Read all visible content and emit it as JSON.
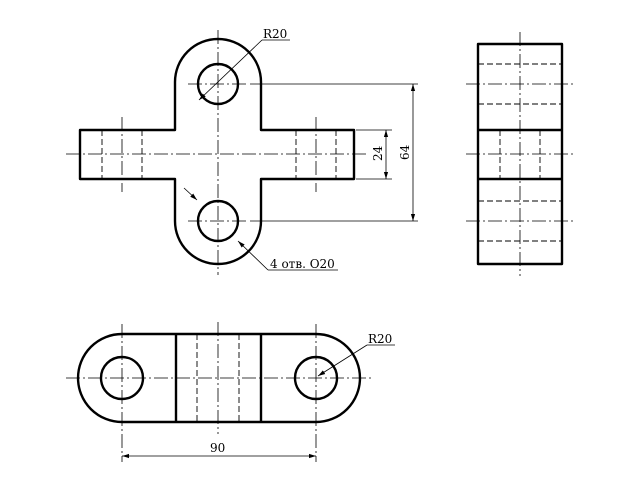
{
  "annotations": {
    "top_radius": "R20",
    "holes_note": "4 отв. O20",
    "dim_24": "24",
    "dim_64": "64",
    "dim_90": "90",
    "bottom_radius": "R20"
  }
}
